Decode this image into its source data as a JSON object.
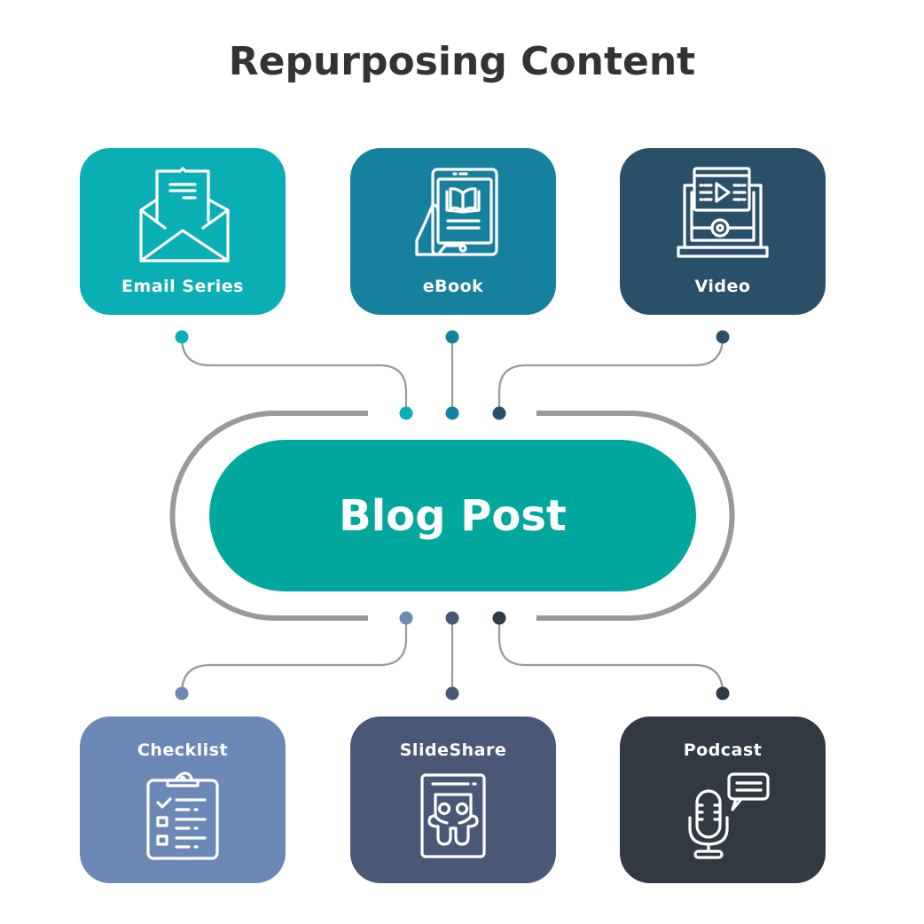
{
  "title": "Repurposing Content",
  "center": {
    "label": "Blog Post",
    "color": "#00A79D"
  },
  "track_color": "#999999",
  "top_cards": [
    {
      "label": "Email Series",
      "icon": "envelope-icon",
      "color": "#0AAFB5"
    },
    {
      "label": "eBook",
      "icon": "ebook-tablet-icon",
      "color": "#16819F"
    },
    {
      "label": "Video",
      "icon": "video-laptop-icon",
      "color": "#2A5069"
    }
  ],
  "bottom_cards": [
    {
      "label": "Checklist",
      "icon": "clipboard-checklist-icon",
      "color": "#6B88B7"
    },
    {
      "label": "SlideShare",
      "icon": "slideshare-icon",
      "color": "#4A5877"
    },
    {
      "label": "Podcast",
      "icon": "microphone-chat-icon",
      "color": "#313942"
    }
  ]
}
